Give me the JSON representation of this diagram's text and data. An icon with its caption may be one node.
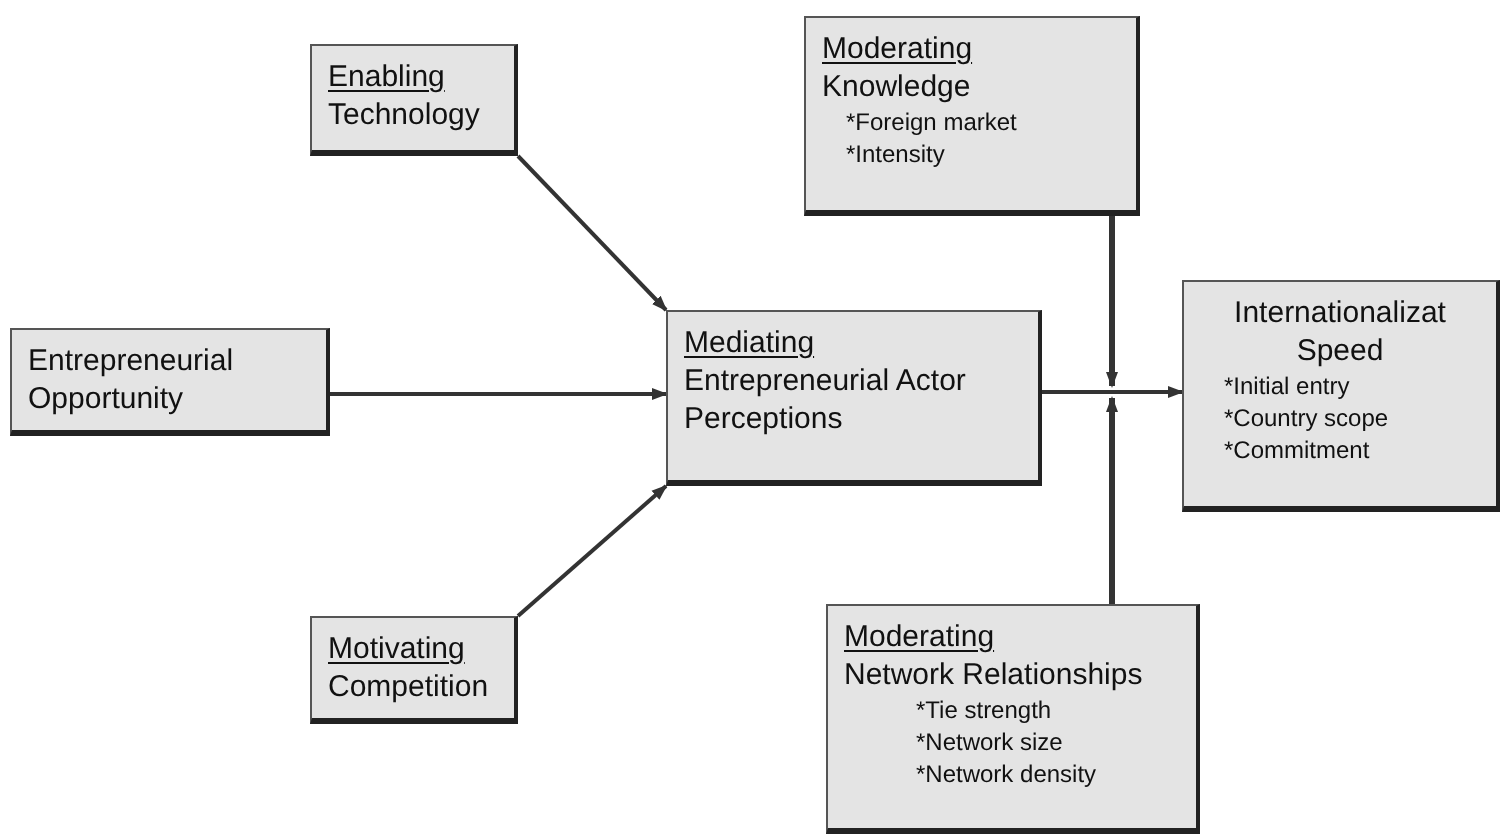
{
  "diagram": {
    "nodes": [
      {
        "text": [
          "Enabling",
          "Technology"
        ]
      },
      {
        "text": [
          "Entrepreneurial Opportunity"
        ]
      },
      {
        "text": [
          "Mediating",
          "Entrepreneurial Actor Perceptions"
        ]
      },
      {
        "text": [
          "Motivating",
          "Competition"
        ]
      },
      {
        "text": [
          "Moderating",
          "Knowledge",
          "*Foreign market",
          "*Intensity"
        ]
      },
      {
        "text": [
          "Internationalizat Speed",
          "*Initial entry",
          "*Country scope",
          "*Commitment"
        ]
      },
      {
        "text": [
          "Moderating",
          "Network Relationships",
          "*Tie strength",
          "*Network size",
          "*Network density"
        ]
      }
    ],
    "edges": [
      {
        "from": 0,
        "to": 2,
        "arrow": "to"
      },
      {
        "from": 1,
        "to": 2,
        "arrow": "to"
      },
      {
        "from": 3,
        "to": 2,
        "arrow": "to"
      },
      {
        "from": 2,
        "to": 5,
        "arrow": "to"
      },
      {
        "from": 4,
        "to": null,
        "arrow": "to"
      },
      {
        "from": 6,
        "to": null,
        "arrow": "to"
      }
    ]
  }
}
